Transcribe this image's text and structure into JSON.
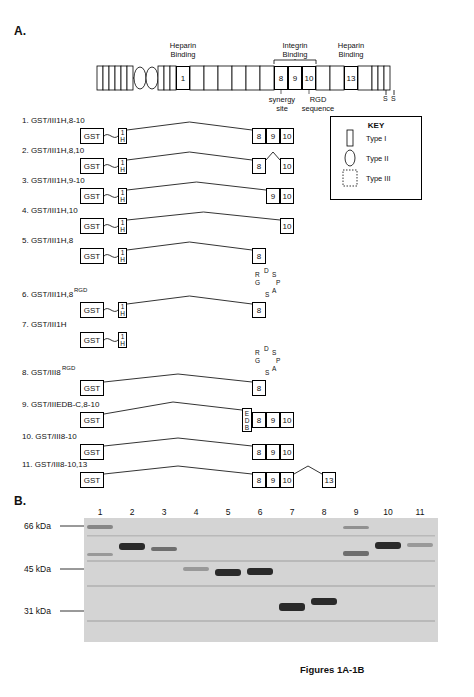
{
  "diagram": {
    "caption": "Figures 1A-1B",
    "nodes": [
      {
        "text": [
          "1"
        ]
      },
      {
        "text": [
          "8"
        ]
      },
      {
        "text": [
          "9"
        ]
      },
      {
        "text": [
          "10"
        ]
      },
      {
        "text": [
          "13"
        ]
      },
      {
        "text": [
          "GST"
        ]
      },
      {
        "text": [
          "1H"
        ]
      },
      {
        "text": [
          "8"
        ]
      },
      {
        "text": [
          "9"
        ]
      },
      {
        "text": [
          "10"
        ]
      },
      {
        "text": [
          "GST"
        ]
      },
      {
        "text": [
          "1H"
        ]
      },
      {
        "text": [
          "8"
        ]
      },
      {
        "text": [
          "10"
        ]
      },
      {
        "text": [
          "GST"
        ]
      },
      {
        "text": [
          "1H"
        ]
      },
      {
        "text": [
          "9"
        ]
      },
      {
        "text": [
          "10"
        ]
      },
      {
        "text": [
          "GST"
        ]
      },
      {
        "text": [
          "1H"
        ]
      },
      {
        "text": [
          "10"
        ]
      },
      {
        "text": [
          "GST"
        ]
      },
      {
        "text": [
          "1H"
        ]
      },
      {
        "text": [
          "8"
        ]
      },
      {
        "text": [
          "GST"
        ]
      },
      {
        "text": [
          "1H"
        ]
      },
      {
        "text": [
          "8"
        ]
      },
      {
        "text": [
          "GST"
        ]
      },
      {
        "text": [
          "1H"
        ]
      },
      {
        "text": [
          "GST"
        ]
      },
      {
        "text": [
          "8"
        ]
      },
      {
        "text": [
          "GST"
        ]
      },
      {
        "text": [
          "EDB"
        ]
      },
      {
        "text": [
          "8"
        ]
      },
      {
        "text": [
          "9"
        ]
      },
      {
        "text": [
          "10"
        ]
      },
      {
        "text": [
          "GST"
        ]
      },
      {
        "text": [
          "8"
        ]
      },
      {
        "text": [
          "9"
        ]
      },
      {
        "text": [
          "10"
        ]
      },
      {
        "text": [
          "GST"
        ]
      },
      {
        "text": [
          "8"
        ]
      },
      {
        "text": [
          "9"
        ]
      },
      {
        "text": [
          "10"
        ]
      },
      {
        "text": [
          "13"
        ]
      },
      {
        "text": [
          "KEY"
        ]
      }
    ],
    "edges": [
      {
        "from": 5,
        "to": 6,
        "arrow": "none"
      },
      {
        "from": 6,
        "to": 7,
        "arrow": "none"
      },
      {
        "from": 10,
        "to": 11,
        "arrow": "none"
      },
      {
        "from": 11,
        "to": 12,
        "arrow": "none"
      },
      {
        "from": 12,
        "to": 13,
        "arrow": "none"
      },
      {
        "from": 14,
        "to": 15,
        "arrow": "none"
      },
      {
        "from": 15,
        "to": 16,
        "arrow": "none"
      },
      {
        "from": 18,
        "to": 19,
        "arrow": "none"
      },
      {
        "from": 19,
        "to": 20,
        "arrow": "none"
      },
      {
        "from": 21,
        "to": 22,
        "arrow": "none"
      },
      {
        "from": 22,
        "to": 23,
        "arrow": "none"
      },
      {
        "from": 24,
        "to": 25,
        "arrow": "none"
      },
      {
        "from": 25,
        "to": 26,
        "arrow": "none"
      },
      {
        "from": 27,
        "to": 28,
        "arrow": "none"
      },
      {
        "from": 29,
        "to": 30,
        "arrow": "none"
      },
      {
        "from": 31,
        "to": 32,
        "arrow": "none"
      },
      {
        "from": 36,
        "to": 37,
        "arrow": "none"
      },
      {
        "from": 40,
        "to": 41,
        "arrow": "none"
      },
      {
        "from": 43,
        "to": 44,
        "arrow": "none"
      }
    ],
    "labels": [
      "A.",
      "Heparin Binding",
      "Integrin Binding",
      "Heparin Binding",
      "synergy site",
      "RGD sequence",
      "S",
      "S",
      "1. GST/III1H,8-10",
      "2. GST/III1H,8,10",
      "3. GST/III1H,9-10",
      "4. GST/III1H,10",
      "5. GST/III1H,8",
      "6. GST/III1H,8",
      "RGD",
      "R",
      "G",
      "D",
      "S",
      "P",
      "A",
      "S",
      "7. GST/III1H",
      "8. GST/III8",
      "RGD",
      "R",
      "G",
      "D",
      "S",
      "P",
      "A",
      "S",
      "9. GST/IIIEDB-C,8-10",
      "10. GST/III8-10",
      "11. GST/III8-10,13",
      "B.",
      "66 kDa",
      "45 kDa",
      "31 kDa",
      "1",
      "2",
      "3",
      "4",
      "5",
      "6",
      "7",
      "8",
      "9",
      "10",
      "11"
    ],
    "legend": [
      {
        "text": "Type I"
      },
      {
        "text": "Type II"
      },
      {
        "text": "Type III"
      }
    ]
  }
}
